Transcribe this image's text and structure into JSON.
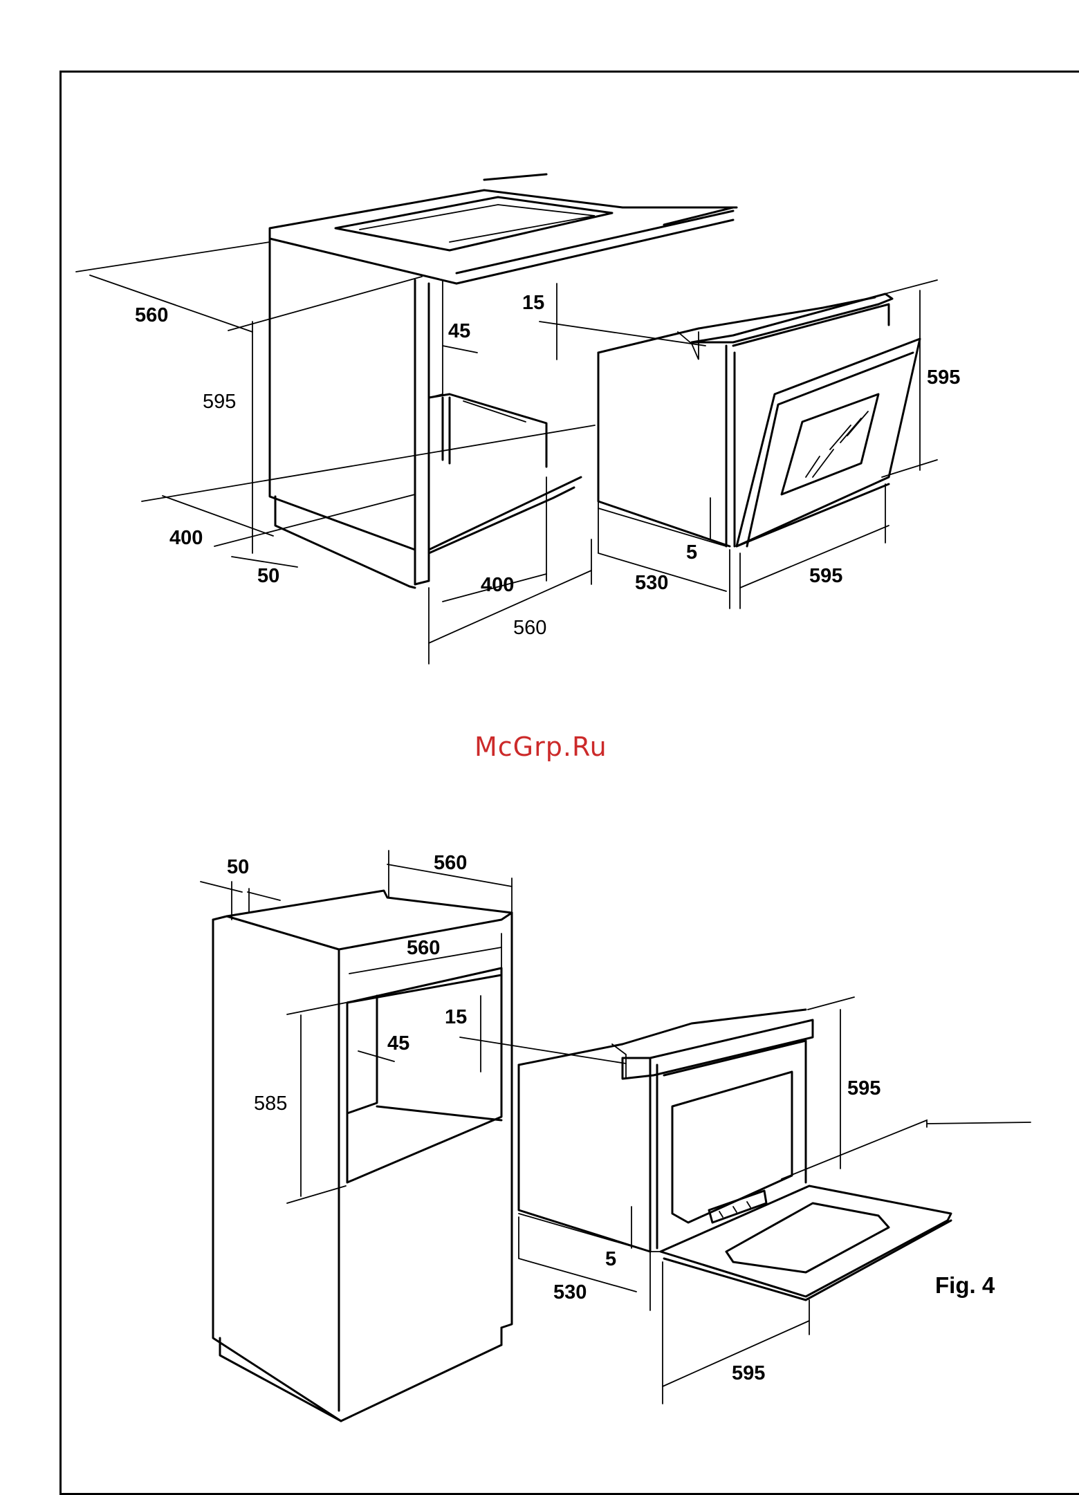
{
  "watermark": {
    "text": "McGrp.Ru",
    "color": "#cc2a2a"
  },
  "figure_label": "Fig. 4",
  "top_diagram": {
    "cabinet_depth": "560",
    "cabinet_height": "595",
    "plinth_depth": "400",
    "plinth_height": "50",
    "rear_gap": "45",
    "inner_width": "400",
    "outer_width": "560",
    "oven_top_gap": "15",
    "oven_height": "595",
    "oven_bottom_gap": "5",
    "oven_depth": "530",
    "oven_width": "595"
  },
  "bottom_diagram": {
    "rear_gap": "50",
    "cabinet_depth": "560",
    "cabinet_width": "560",
    "niche_height": "585",
    "side_gap": "45",
    "oven_top_gap": "15",
    "oven_height": "595",
    "oven_bottom_gap": "5",
    "oven_depth": "530",
    "oven_width": "595"
  }
}
